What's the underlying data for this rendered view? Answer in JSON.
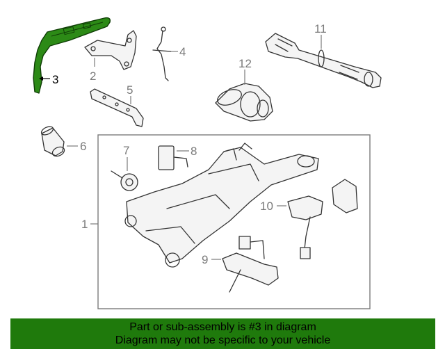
{
  "callouts": {
    "c1": "1",
    "c2": "2",
    "c3": "3",
    "c4": "4",
    "c5": "5",
    "c6": "6",
    "c7": "7",
    "c8": "8",
    "c9": "9",
    "c10": "10",
    "c11": "11",
    "c12": "12"
  },
  "highlight": {
    "part": "3",
    "color": "#1f7a0c"
  },
  "banner": {
    "line1": "Part or sub-assembly is #3 in diagram",
    "line2": "Diagram may not be specific to your vehicle",
    "color": "#1f7a0c"
  }
}
